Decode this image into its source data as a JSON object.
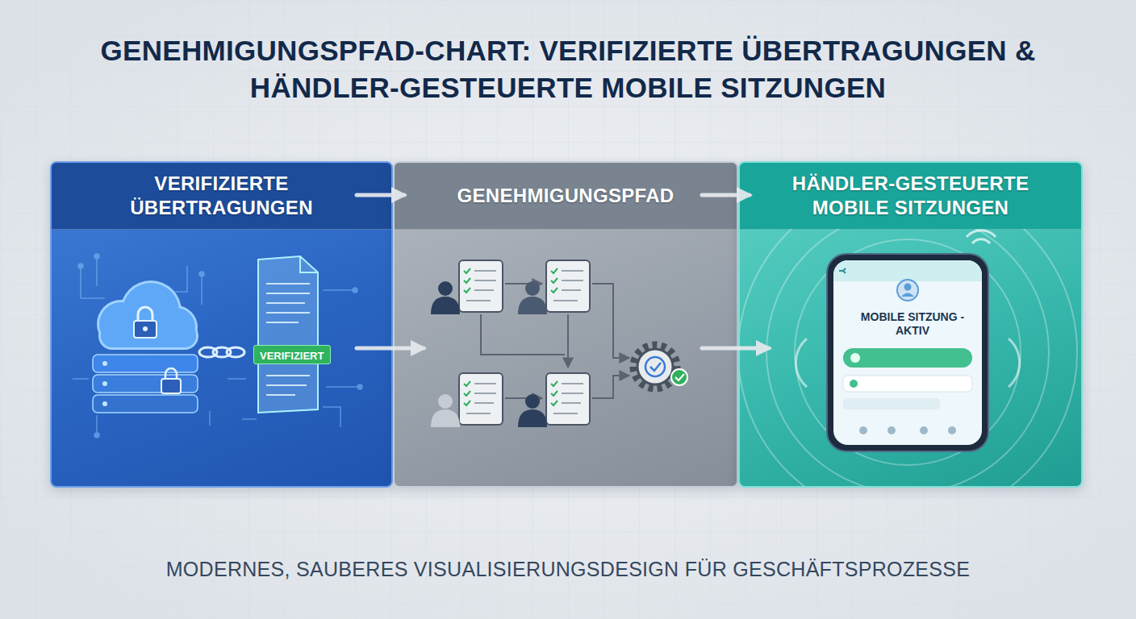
{
  "diagram": {
    "title": "GENEHMIGUNGSPFAD-CHART: VERIFIZIERTE ÜBERTRAGUNGEN & HÄNDLER-GESTEUERTE MOBILE SITZUNGEN",
    "caption": "MODERNES, SAUBERES VISUALISIERUNGSDESIGN FÜR GESCHÄFTSPROZESSE",
    "nodes": [
      {
        "text": [
          "VERIFIZIERTE ÜBERTRAGUNGEN"
        ]
      },
      {
        "text": [
          "VERIFIZIERT"
        ],
        "in": 0
      },
      {
        "text": [
          "GENEHMIGUNGSPFAD"
        ]
      },
      {
        "text": [
          "HÄNDLER-GESTEUERTE MOBILE SITZUNGEN"
        ]
      },
      {
        "text": [
          "MOBILE SITZUNG - AKTIV"
        ],
        "in": 3
      }
    ],
    "edges": [
      {
        "from": 0,
        "to": 2,
        "arrow": "to"
      },
      {
        "from": 0,
        "to": 2,
        "arrow": "to"
      },
      {
        "from": 2,
        "to": 3,
        "arrow": "to"
      },
      {
        "from": 2,
        "to": 3,
        "arrow": "to"
      }
    ]
  }
}
